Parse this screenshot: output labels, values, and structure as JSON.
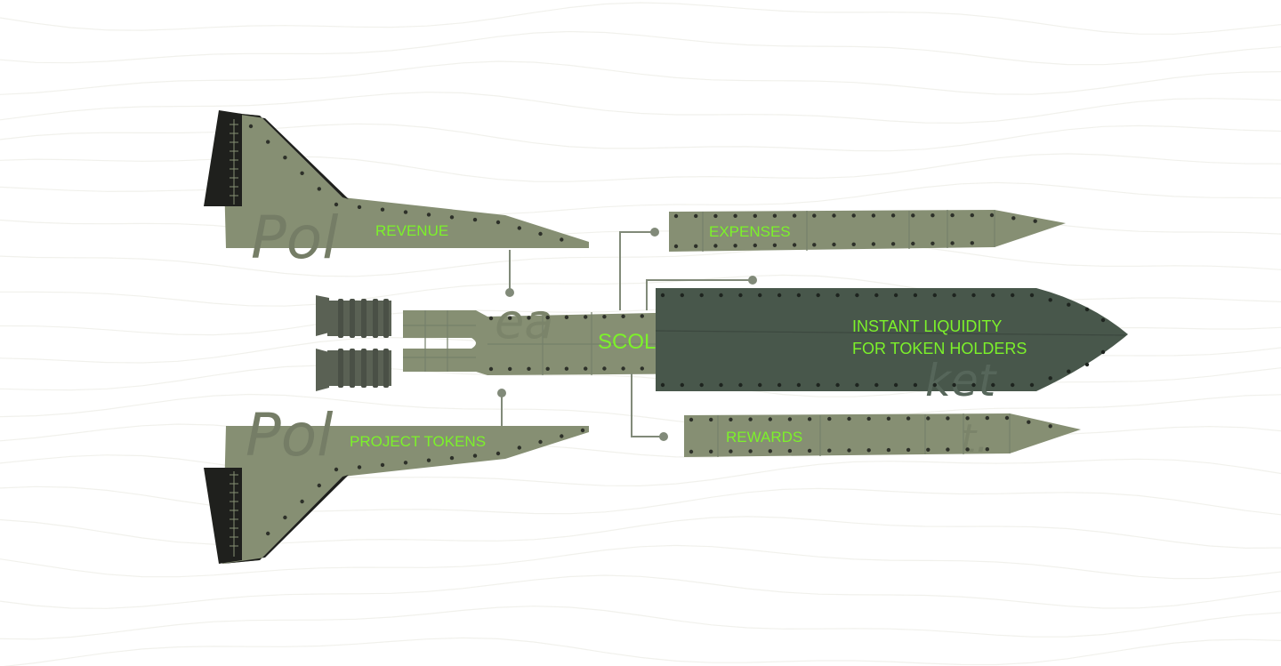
{
  "labels": {
    "revenue": "REVENUE",
    "expenses": "EXPENSES",
    "core": "SCOL",
    "liquidity_line1": "INSTANT LIQUIDITY",
    "liquidity_line2": "FOR TOKEN HOLDERS",
    "project_tokens": "PROJECT TOKENS",
    "rewards": "REWARDS"
  },
  "colors": {
    "hull": "#868f73",
    "hull_dark": "#757d63",
    "hull_panel": "#7d8669",
    "nose": "#48574b",
    "nozzle": "#5a6154",
    "fin_black": "#1f201d",
    "rivet": "#2d3029",
    "label": "#7cf22a",
    "connector": "#818a79",
    "contour": "#f1f1ec",
    "watermark": "#757d66"
  },
  "icons": {
    "window": "porthole-icon",
    "engine": "engine-nozzle-icon"
  }
}
